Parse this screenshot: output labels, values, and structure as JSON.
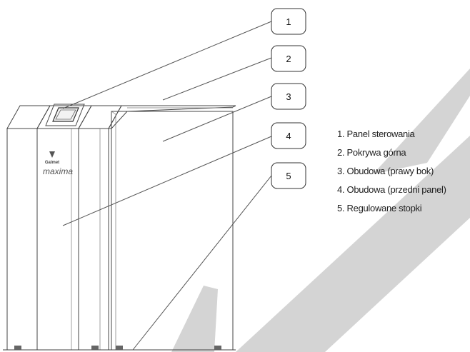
{
  "brand": {
    "logo_text": "Galmet",
    "model_text": "maxima"
  },
  "callouts": [
    "1",
    "2",
    "3",
    "4",
    "5"
  ],
  "legend": [
    "1. Panel sterowania",
    "2. Pokrywa górna",
    "3. Obudowa (prawy bok)",
    "4. Obudowa (przedni panel)",
    "5. Regulowane stopki"
  ],
  "colors": {
    "watermark": "#d4d4d4",
    "outline": "#444444",
    "background": "#ffffff"
  }
}
